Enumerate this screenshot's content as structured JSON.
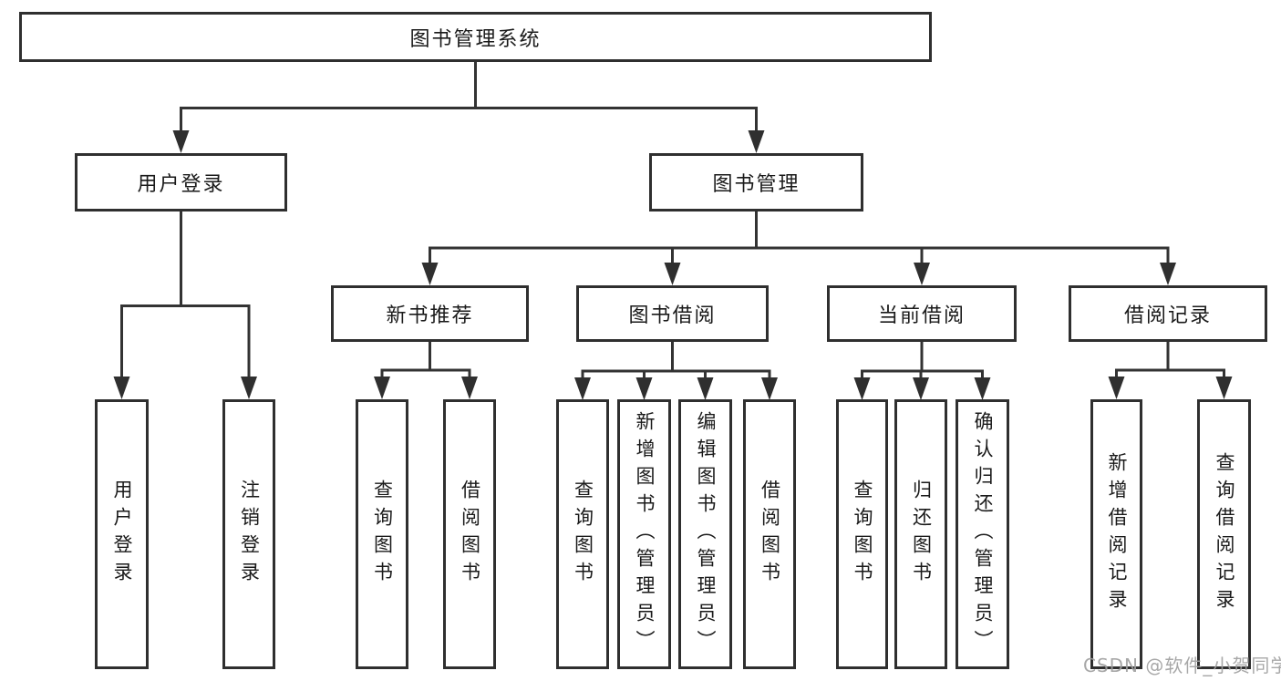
{
  "title": "图书管理系统",
  "branches": {
    "user_login": {
      "label": "用户登录",
      "children": [
        "用户登录",
        "注销登录"
      ]
    },
    "book_mgmt": {
      "label": "图书管理",
      "sections": {
        "new_book": {
          "label": "新书推荐",
          "children": [
            "查询图书",
            "借阅图书"
          ]
        },
        "borrow": {
          "label": "图书借阅",
          "children": [
            "查询图书",
            "新增图书（管理员）",
            "编辑图书（管理员）",
            "借阅图书"
          ]
        },
        "current": {
          "label": "当前借阅",
          "children": [
            "查询图书",
            "归还图书",
            "确认归还（管理员）"
          ]
        },
        "records": {
          "label": "借阅记录",
          "children": [
            "新增借阅记录",
            "查询借阅记录"
          ]
        }
      }
    }
  },
  "watermark": "CSDN @软件_小贺同学",
  "colors": {
    "line": "#333333",
    "box_border": "#2f2f2f",
    "text": "#1a1a1a",
    "watermark": "#9e9e9e",
    "background": "#ffffff"
  }
}
